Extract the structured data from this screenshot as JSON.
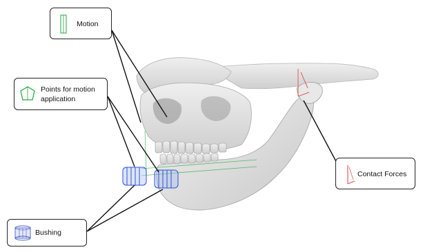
{
  "labels": {
    "motion": "Motion",
    "points_line1": "Points for motion",
    "points_line2": "application",
    "bushing": "Bushing",
    "contact_forces": "Contact Forces"
  },
  "colors": {
    "skull": "#d9d9d9",
    "teeth": "#e6e6e6",
    "bushing": "#2a52d8",
    "motion_marker": "#1fa637",
    "force_marker": "#e05a5a"
  }
}
